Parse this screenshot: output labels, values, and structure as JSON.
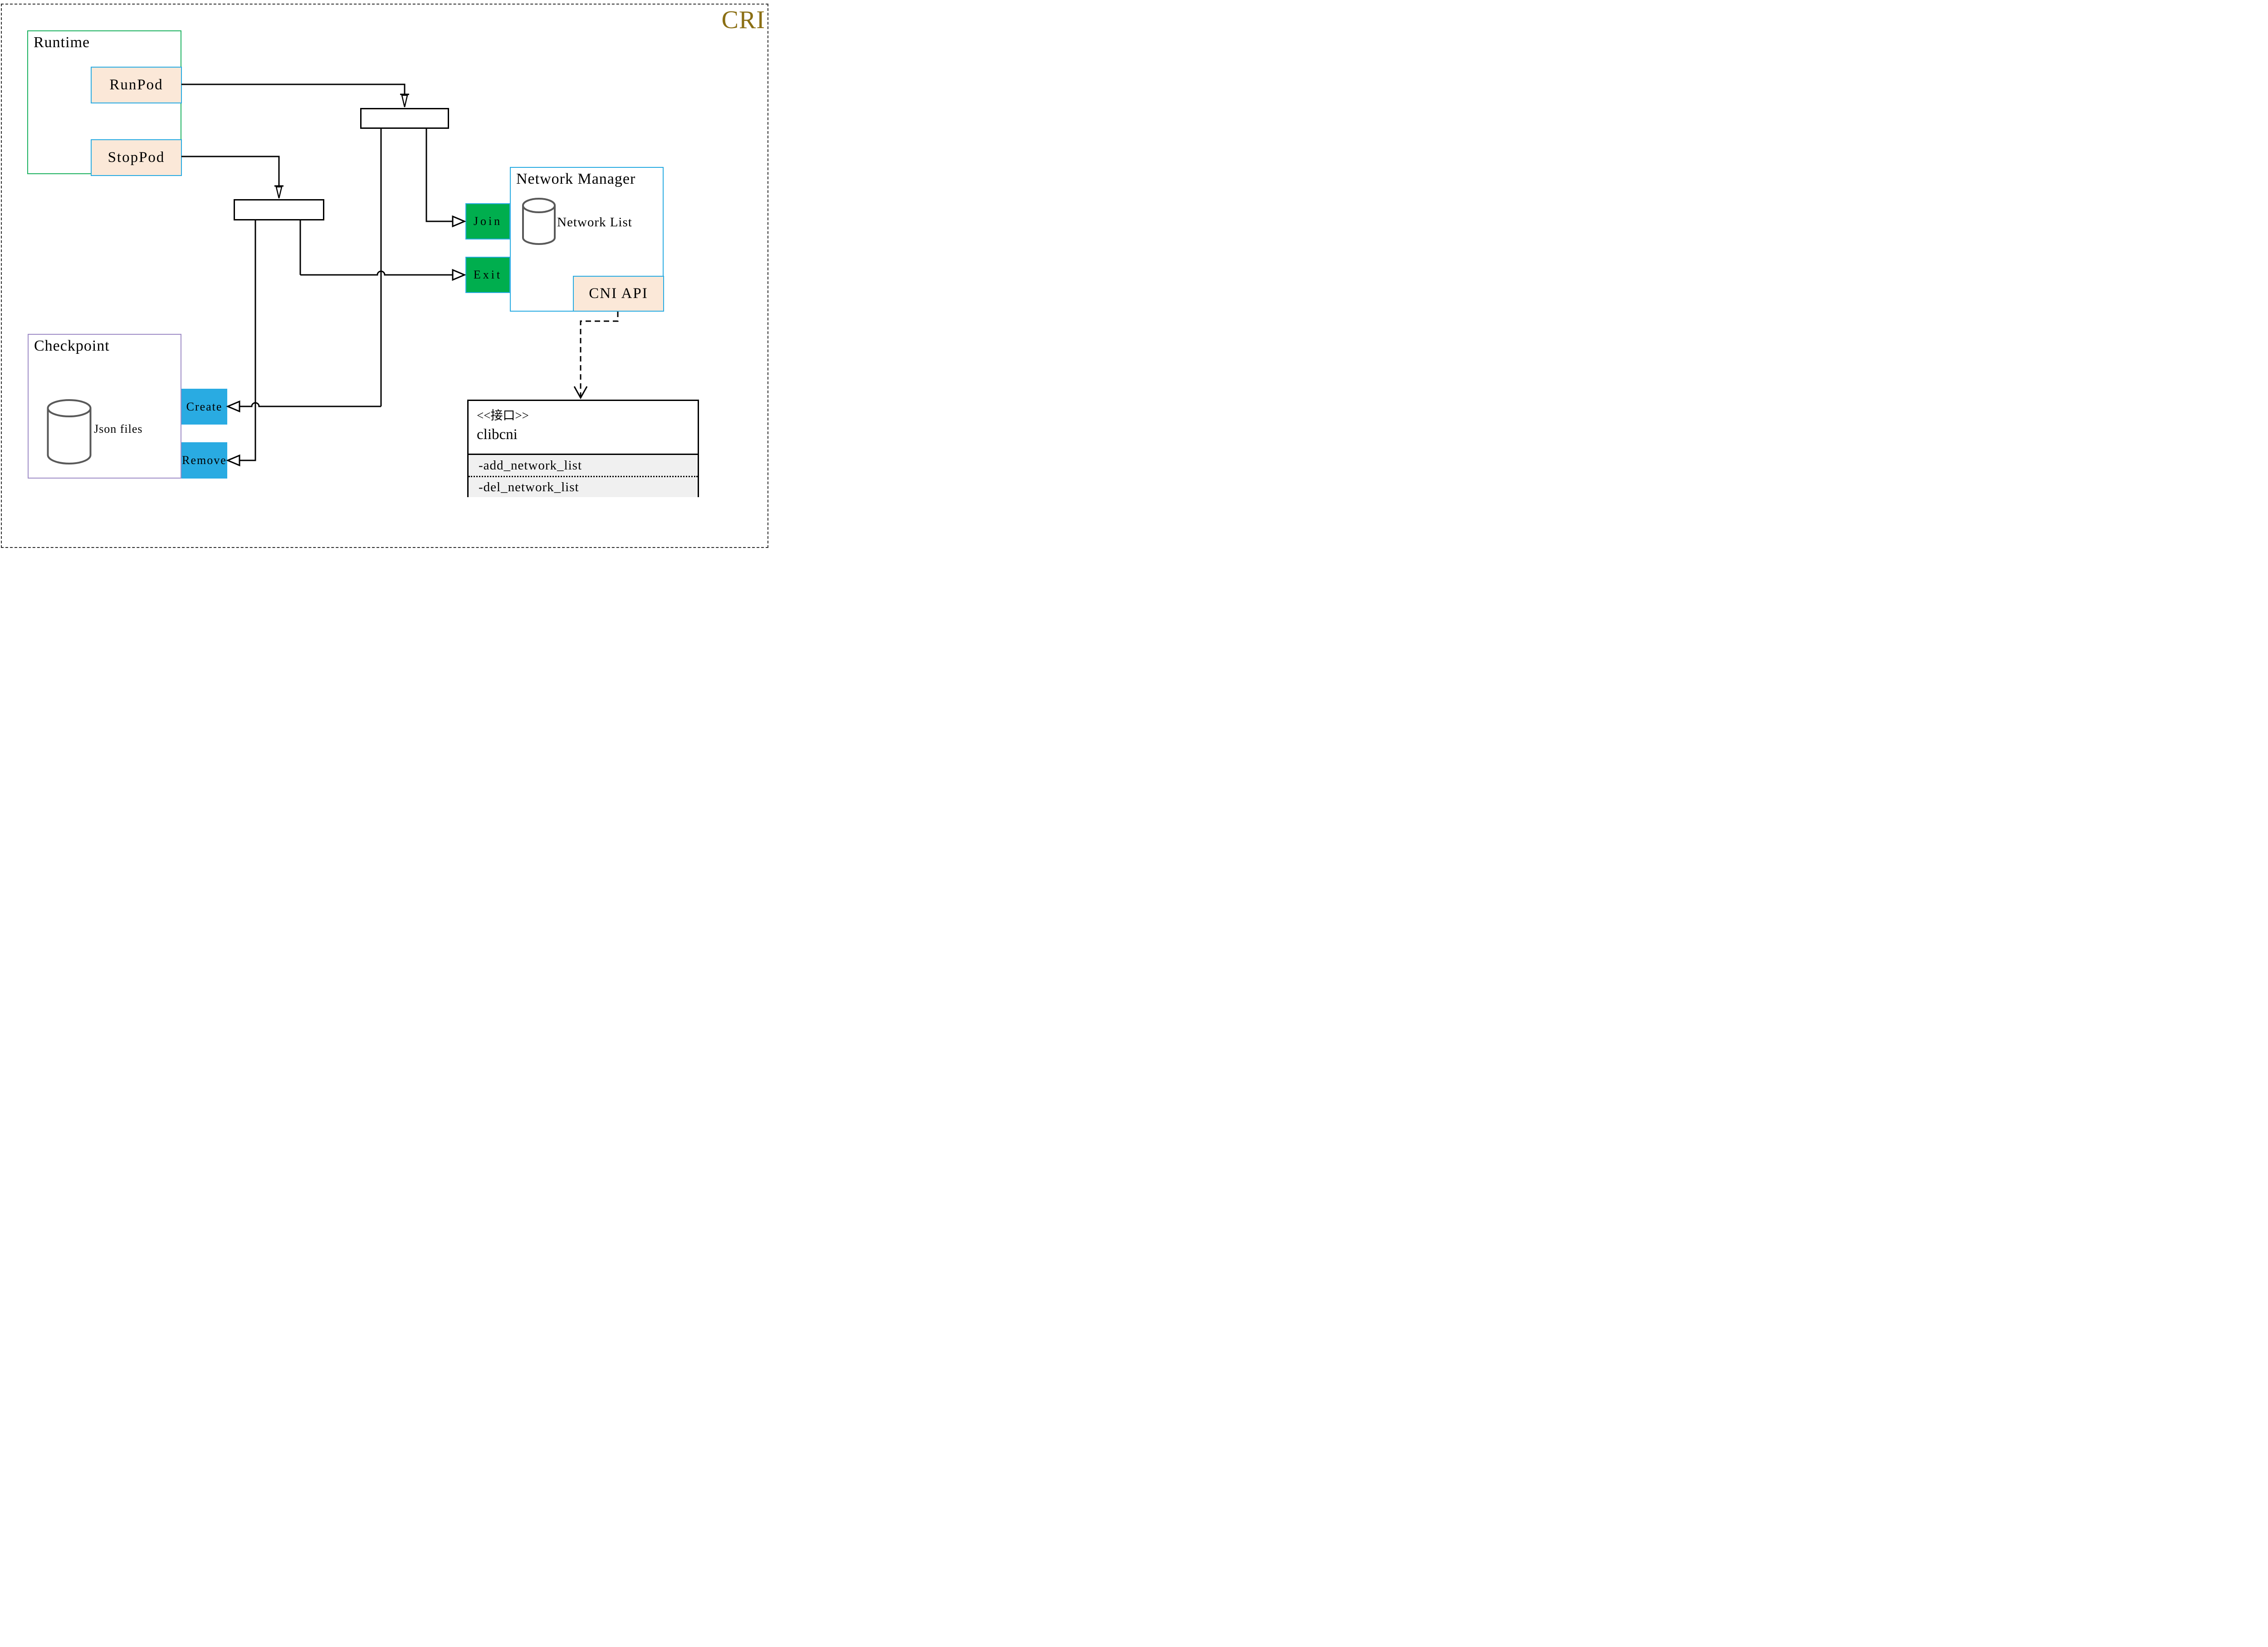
{
  "header": {
    "title": "CRI"
  },
  "colors": {
    "accent_gold": "#8B6F14",
    "runtime_border_green": "#1EB261",
    "cyan_border": "#29ABE2",
    "peach_fill": "#FBE8D8",
    "green_fill": "#00AE4E",
    "blue_fill": "#29ABE2",
    "checkpoint_border_purple": "#9E8CC6",
    "attrs_gray_fill": "#F0F0F0",
    "cylinder_stroke": "#595959"
  },
  "runtime": {
    "title": "Runtime",
    "run_pod": "RunPod",
    "stop_pod": "StopPod"
  },
  "network_manager": {
    "title": "Network Manager",
    "network_list": "Network List",
    "join": "Join",
    "exit": "Exit",
    "cni_api": "CNI API"
  },
  "checkpoint": {
    "title": "Checkpoint",
    "json_files": "Json files",
    "create": "Create",
    "remove": "Remove"
  },
  "clibcni": {
    "stereotype": "<<接口>>",
    "name": "clibcni",
    "methods": [
      "-add_network_list",
      "-del_network_list"
    ]
  }
}
